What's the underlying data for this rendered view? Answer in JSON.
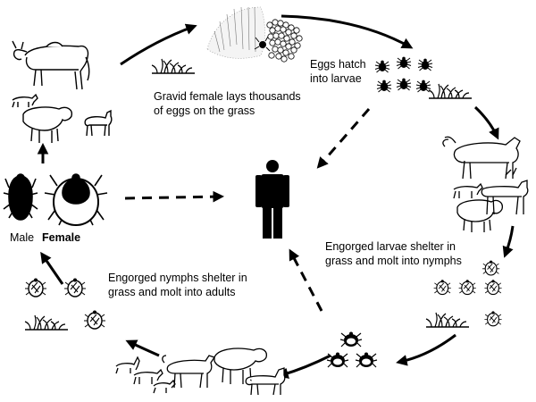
{
  "labels": {
    "gravid_line1": "Gravid female lays thousands",
    "gravid_line2": "of eggs on the grass",
    "eggs_line1": "Eggs hatch",
    "eggs_line2": "into larvae",
    "larvae_line1": "Engorged larvae shelter in",
    "larvae_line2": "grass and molt into nymphs",
    "nymphs_line1": "Engorged nymphs shelter in",
    "nymphs_line2": "grass and molt into adults",
    "male": "Male",
    "female": "Female"
  },
  "colors": {
    "ink": "#000000",
    "paper": "#ffffff"
  }
}
